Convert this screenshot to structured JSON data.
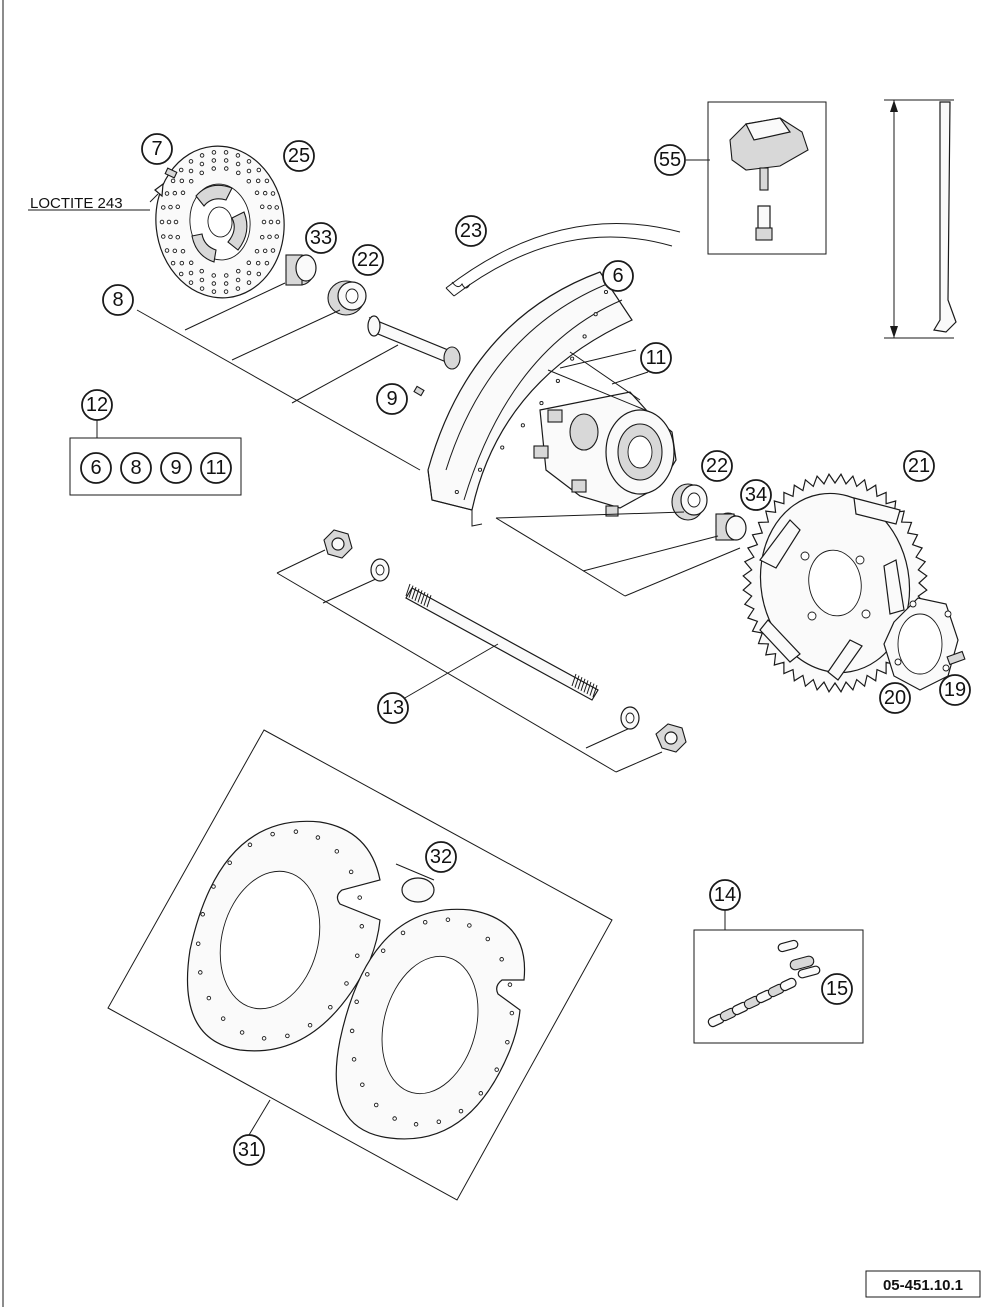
{
  "drawing_reference": "05-451.10.1",
  "note": "LOCTITE 243",
  "callouts": {
    "p7": "7",
    "p25": "25",
    "p33": "33",
    "p22a": "22",
    "p8": "8",
    "p23": "23",
    "p6": "6",
    "p11": "11",
    "p9": "9",
    "p55": "55",
    "p12": "12",
    "p22b": "22",
    "p34": "34",
    "p21": "21",
    "p13": "13",
    "p20": "20",
    "p19": "19",
    "p32": "32",
    "p14": "14",
    "p15": "15",
    "p31": "31"
  },
  "kit_12_contents": [
    "6",
    "8",
    "9",
    "11"
  ],
  "colors": {
    "line": "#1a1a1a",
    "paper": "#ffffff",
    "shade": "#d8d8d8"
  }
}
